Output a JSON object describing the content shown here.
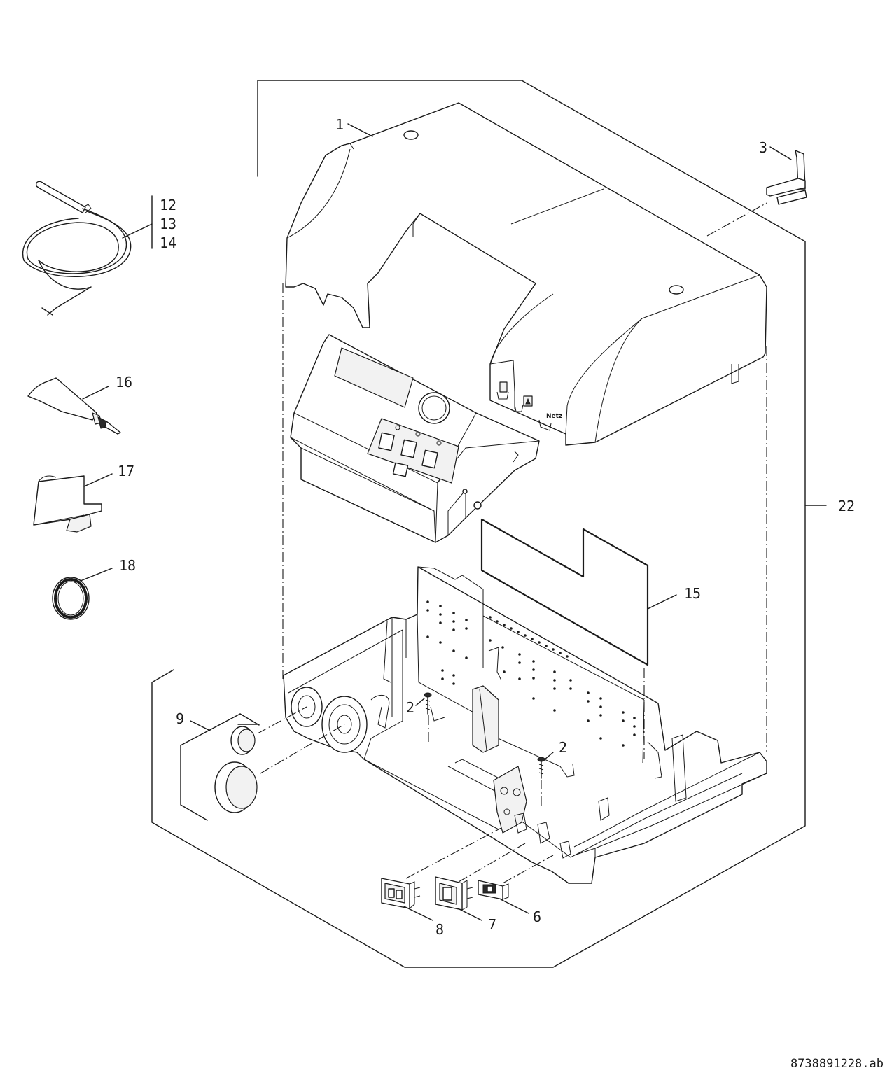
{
  "diagram": {
    "document_id": "8738891228.ab",
    "panel_label": "Netz",
    "callouts": {
      "c1": "1",
      "c2a": "2",
      "c2b": "2",
      "c3": "3",
      "c6": "6",
      "c7": "7",
      "c8": "8",
      "c9": "9",
      "c12": "12",
      "c13": "13",
      "c14": "14",
      "c15": "15",
      "c16": "16",
      "c17": "17",
      "c18": "18",
      "c22": "22"
    }
  }
}
